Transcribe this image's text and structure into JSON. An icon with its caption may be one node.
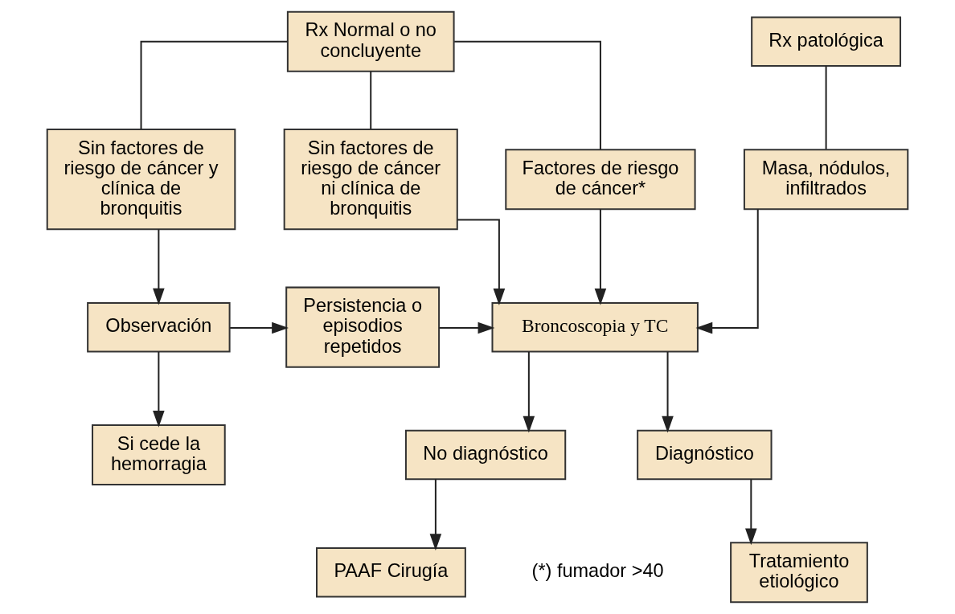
{
  "diagram": {
    "nodes": [
      {
        "text": [
          "Rx Normal o no concluyente"
        ]
      },
      {
        "text": [
          "Rx patológica"
        ]
      },
      {
        "text": [
          "Sin factores de riesgo de cáncer y clínica de bronquitis"
        ]
      },
      {
        "text": [
          "Sin factores de riesgo de cáncer ni clínica de bronquitis"
        ]
      },
      {
        "text": [
          "Factores de riesgo de cáncer*"
        ]
      },
      {
        "text": [
          "Masa, nódulos, infiltrados"
        ]
      },
      {
        "text": [
          "Observación"
        ]
      },
      {
        "text": [
          "Persistencia o episodios repetidos"
        ]
      },
      {
        "text": [
          "Broncoscopia y TC"
        ]
      },
      {
        "text": [
          "Si cede la hemorragia"
        ]
      },
      {
        "text": [
          "Diagnóstico"
        ]
      },
      {
        "text": [
          "No diagnóstico"
        ]
      },
      {
        "text": [
          "Tratamiento etiológico"
        ]
      },
      {
        "text": [
          "PAAF Cirugía"
        ]
      }
    ],
    "edges": [
      {
        "from": 0,
        "to": 2,
        "arrow": "none"
      },
      {
        "from": 0,
        "to": 3,
        "arrow": "none"
      },
      {
        "from": 0,
        "to": 4,
        "arrow": "none"
      },
      {
        "from": 1,
        "to": 5,
        "arrow": "none"
      },
      {
        "from": 2,
        "to": 6,
        "arrow": "to"
      },
      {
        "from": 3,
        "to": 8,
        "arrow": "to"
      },
      {
        "from": 4,
        "to": 8,
        "arrow": "to"
      },
      {
        "from": 5,
        "to": 8,
        "arrow": "to"
      },
      {
        "from": 6,
        "to": 7,
        "arrow": "to"
      },
      {
        "from": 7,
        "to": 8,
        "arrow": "to"
      },
      {
        "from": 6,
        "to": 9,
        "arrow": "to"
      },
      {
        "from": 8,
        "to": 10,
        "arrow": "to"
      },
      {
        "from": 8,
        "to": 11,
        "arrow": "to"
      },
      {
        "from": 10,
        "to": 12,
        "arrow": "to"
      },
      {
        "from": 11,
        "to": 13,
        "arrow": "to"
      }
    ],
    "labels": [
      "(*) fumador >40"
    ]
  }
}
